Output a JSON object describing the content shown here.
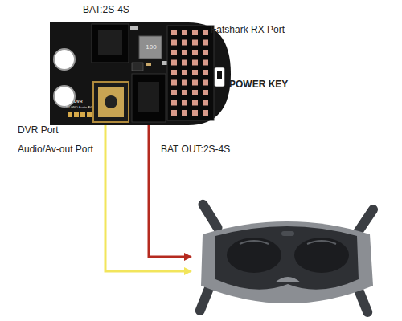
{
  "diagram": {
    "nodes": [
      {
        "text": [
          "100",
          "DVR",
          "5V GND Audio AV"
        ]
      },
      {
        "text": []
      }
    ],
    "edges": [
      {
        "from": 0,
        "to": 1,
        "arrow": "to",
        "label": "Audio/Av-out Port"
      },
      {
        "from": 0,
        "to": 1,
        "arrow": "to",
        "label": "BAT OUT:2S-4S"
      }
    ],
    "labels": [
      "BAT:2S-4S",
      "Fatshark RX Port",
      "POWER KEY",
      "DVR Port"
    ]
  }
}
